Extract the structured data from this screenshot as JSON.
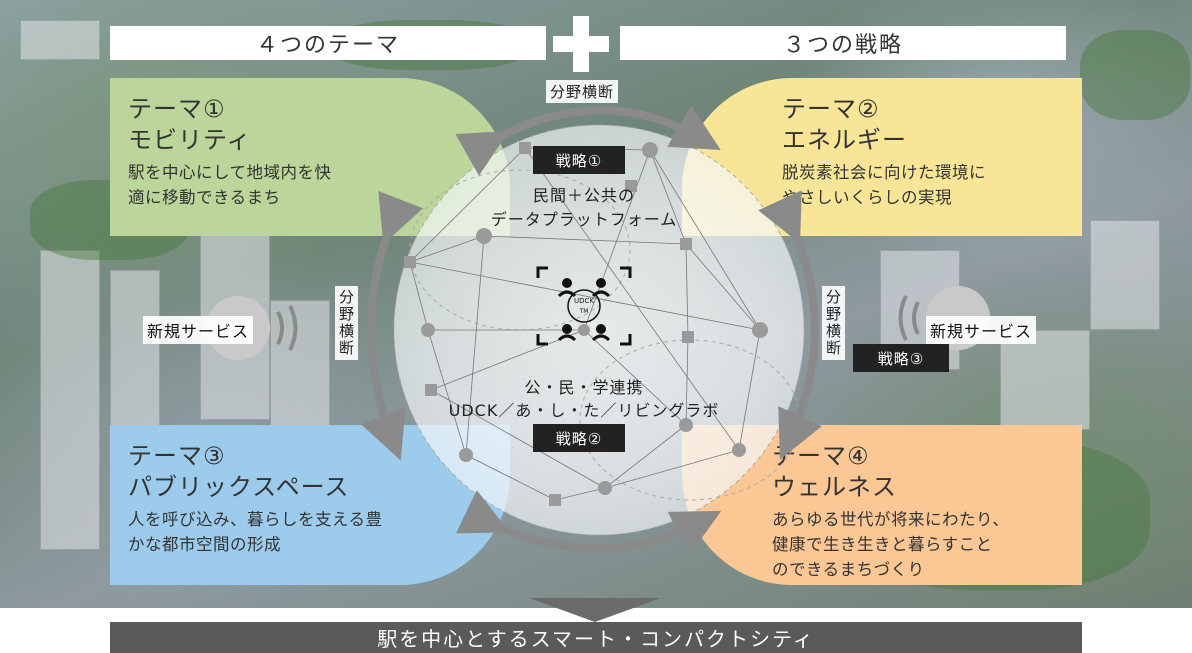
{
  "header": {
    "left_banner": "４つのテーマ",
    "right_banner": "３つの戦略"
  },
  "themes": [
    {
      "title": "テーマ①",
      "name": "モビリティ",
      "desc_lines": [
        "駅を中心にして地域内を快",
        "適に移動できるまち"
      ],
      "color": "#bcd59a"
    },
    {
      "title": "テーマ②",
      "name": "エネルギー",
      "desc_lines": [
        "脱炭素社会に向けた環境に",
        "やさしいくらしの実現"
      ],
      "color": "#f8e598"
    },
    {
      "title": "テーマ③",
      "name": "パブリックスペース",
      "desc_lines": [
        "人を呼び込み、暮らしを支える豊",
        "かな都市空間の形成"
      ],
      "color": "#9ccbec"
    },
    {
      "title": "テーマ④",
      "name": "ウェルネス",
      "desc_lines": [
        "あらゆる世代が将来にわたり、",
        "健康で生き生きと暮らすこと",
        "のできるまちづくり"
      ],
      "color": "#fbc794"
    }
  ],
  "cross_field": {
    "top": "分野横断",
    "left": "分野横断",
    "right": "分野横断"
  },
  "strategies": {
    "s1": {
      "badge": "戦略①",
      "lines": [
        "民間＋公共の",
        "データプラットフォーム"
      ]
    },
    "s2": {
      "badge": "戦略②",
      "lines": [
        "公・民・学連携",
        "UDCK／あ・し・た／リビングラボ"
      ]
    },
    "s3": {
      "badge": "戦略③"
    }
  },
  "center_logo": {
    "text": "UDCK TM",
    "icon": "people-network-icon"
  },
  "services": {
    "left": "新規サービス",
    "right": "新規サービス"
  },
  "footer": {
    "label": "駅を中心とするスマート・コンパクトシティ",
    "bar_color": "#5a5a5a"
  },
  "colors": {
    "arrow": "#8a8a8a",
    "badge": "#222222"
  }
}
